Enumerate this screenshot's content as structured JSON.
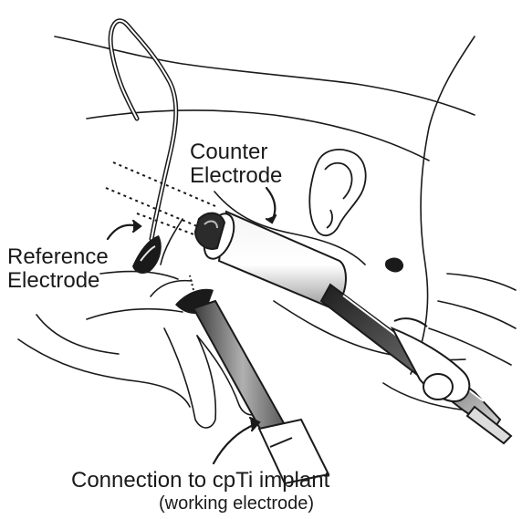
{
  "labels": {
    "counter_line1": "Counter",
    "counter_line2": "Electrode",
    "reference_line1": "Reference",
    "reference_line2": "Electrode",
    "connection": "Connection to cpTi implant",
    "working": "(working electrode)"
  },
  "colors": {
    "stroke": "#1a1a1a",
    "fill": "#ffffff",
    "shade_dark": "#2b2b2b",
    "shade_mid": "#8a8a8a",
    "shade_light": "#e6e6e6"
  }
}
